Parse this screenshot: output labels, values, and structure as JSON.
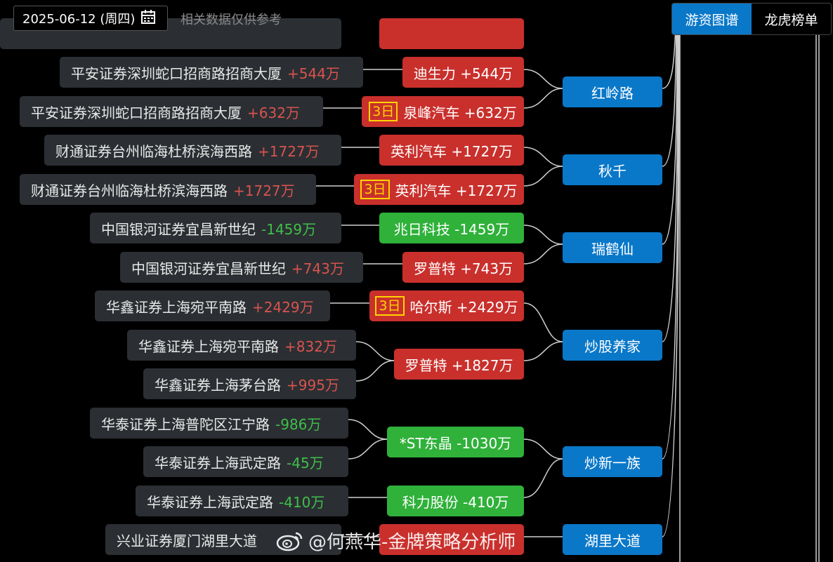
{
  "header": {
    "date": "2025-06-12 (周四)",
    "note": "相关数据仅供参考",
    "tabs": [
      "游资图谱",
      "龙虎榜单"
    ]
  },
  "brokers": [
    {
      "name": "平安证券深圳蛇口招商路招商大厦",
      "amount": "+544万"
    },
    {
      "name": "平安证券深圳蛇口招商路招商大厦",
      "amount": "+632万"
    },
    {
      "name": "财通证券台州临海杜桥滨海西路",
      "amount": "+1727万"
    },
    {
      "name": "财通证券台州临海杜桥滨海西路",
      "amount": "+1727万"
    },
    {
      "name": "中国银河证券宜昌新世纪",
      "amount": "-1459万"
    },
    {
      "name": "中国银河证券宜昌新世纪",
      "amount": "+743万"
    },
    {
      "name": "华鑫证券上海宛平南路",
      "amount": "+2429万"
    },
    {
      "name": "华鑫证券上海宛平南路",
      "amount": "+832万"
    },
    {
      "name": "华鑫证券上海茅台路",
      "amount": "+995万"
    },
    {
      "name": "华泰证券上海普陀区江宁路",
      "amount": "-986万"
    },
    {
      "name": "华泰证券上海武定路",
      "amount": "-45万"
    },
    {
      "name": "华泰证券上海武定路",
      "amount": "-410万"
    },
    {
      "name": "兴业证券厦门湖里大道",
      "amount": ""
    }
  ],
  "stocks": [
    {
      "badge": "",
      "label": "迪生力 +544万"
    },
    {
      "badge": "3日",
      "label": "泉峰汽车 +632万"
    },
    {
      "badge": "",
      "label": "英利汽车 +1727万"
    },
    {
      "badge": "3日",
      "label": "英利汽车 +1727万"
    },
    {
      "badge": "",
      "label": "兆日科技 -1459万"
    },
    {
      "badge": "",
      "label": "罗普特 +743万"
    },
    {
      "badge": "3日",
      "label": "哈尔斯 +2429万"
    },
    {
      "badge": "",
      "label": "罗普特 +1827万"
    },
    {
      "badge": "",
      "label": "*ST东晶 -1030万"
    },
    {
      "badge": "",
      "label": "科力股份 -410万"
    },
    {
      "badge": "",
      "label": ""
    }
  ],
  "traders": [
    "红岭路",
    "秋千",
    "瑞鹤仙",
    "炒股养家",
    "炒新一族",
    "湖里大道"
  ],
  "watermark": "@何燕华-金牌策略分析师",
  "colors": {
    "trader": "#0a78c9",
    "stock_up": "#c9302c",
    "stock_down": "#2fb13a",
    "badge": "#ffd400",
    "amount_up": "#d9534f",
    "amount_down": "#3fbf4a"
  }
}
